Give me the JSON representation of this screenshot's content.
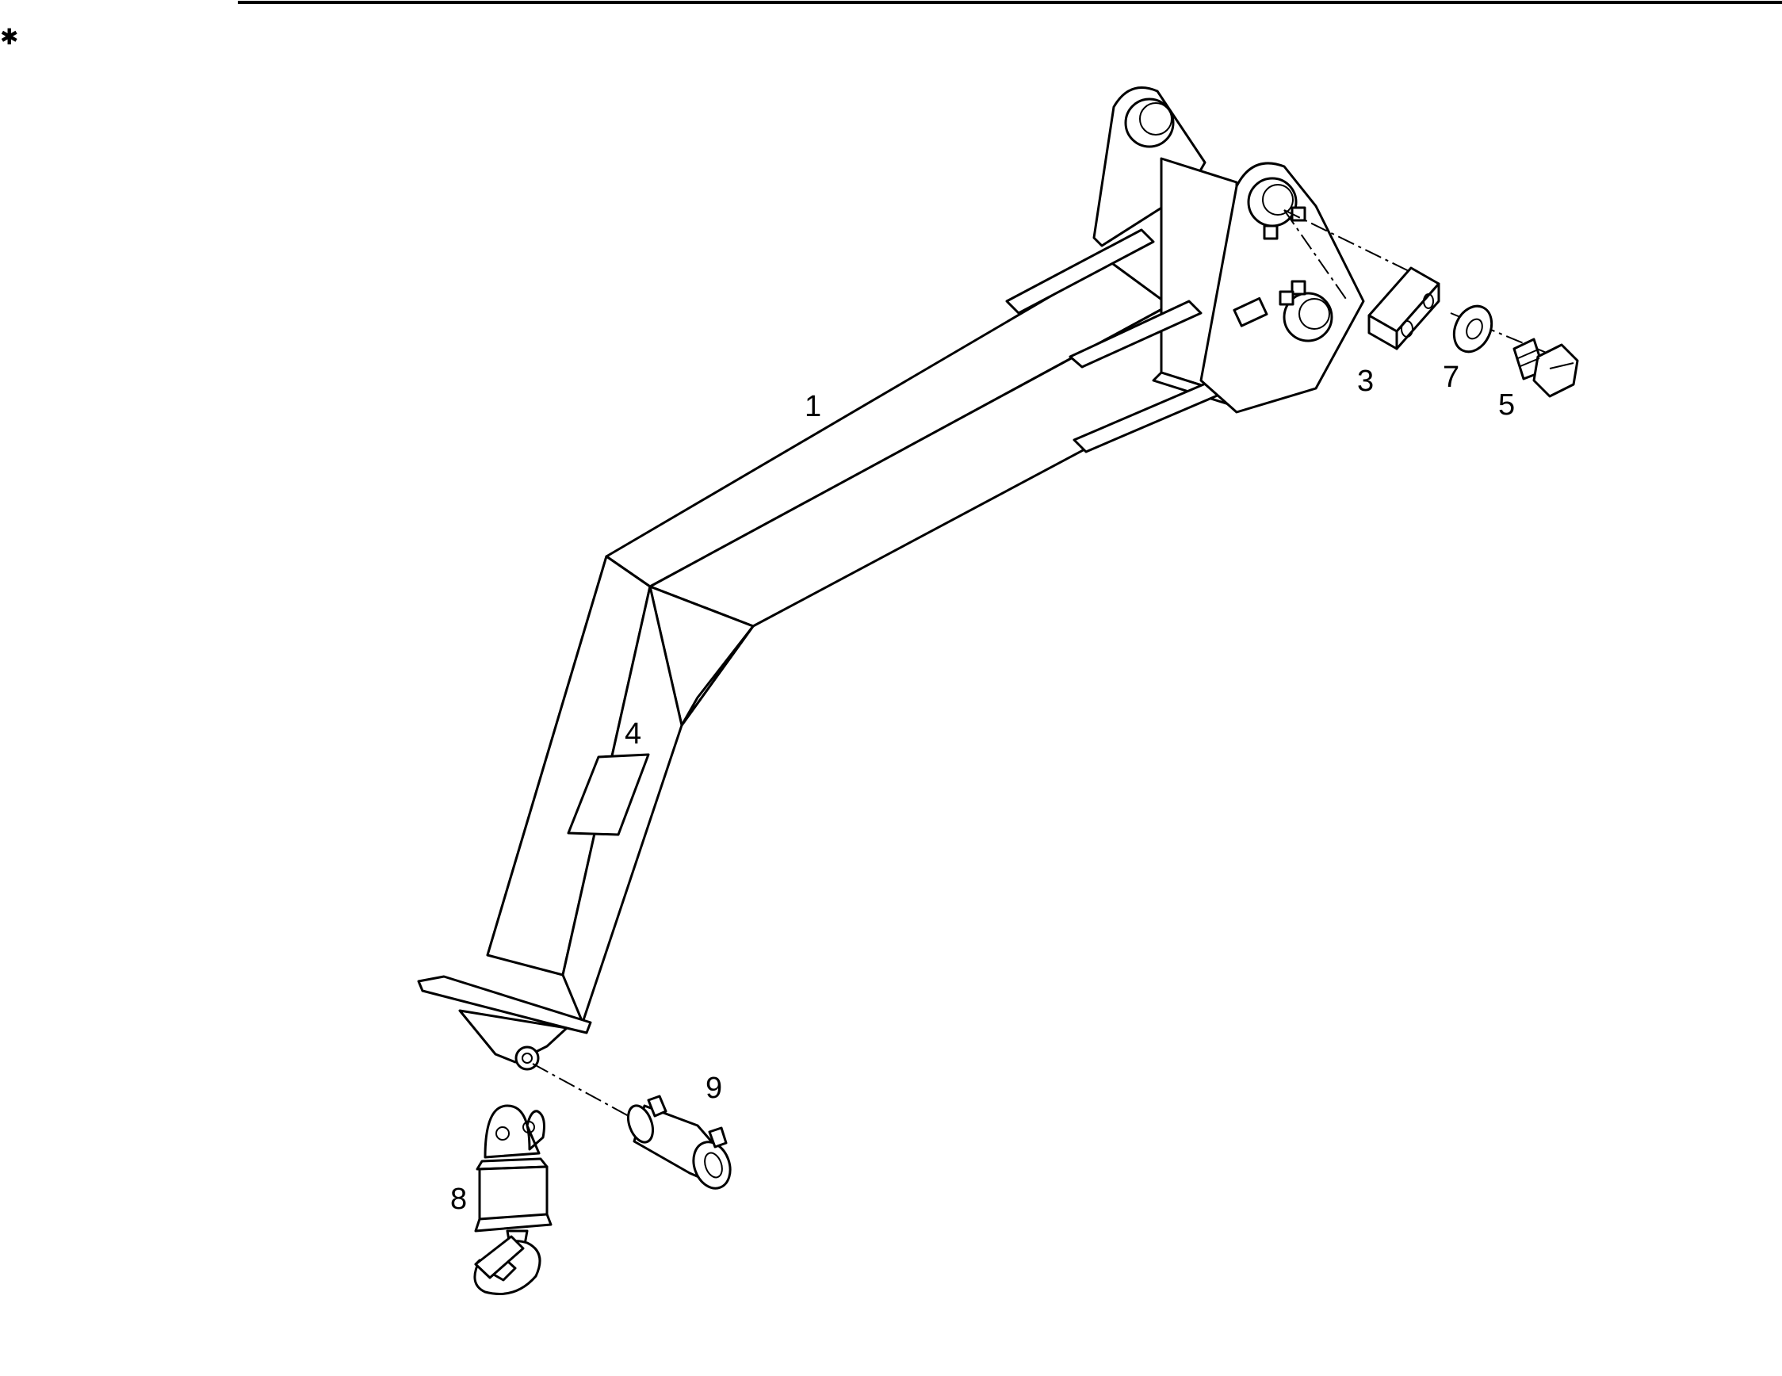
{
  "callouts": {
    "boom": "1",
    "bracket": "3",
    "plate": "4",
    "bolt": "5",
    "washer": "7",
    "hook": "8",
    "pin": "9"
  }
}
